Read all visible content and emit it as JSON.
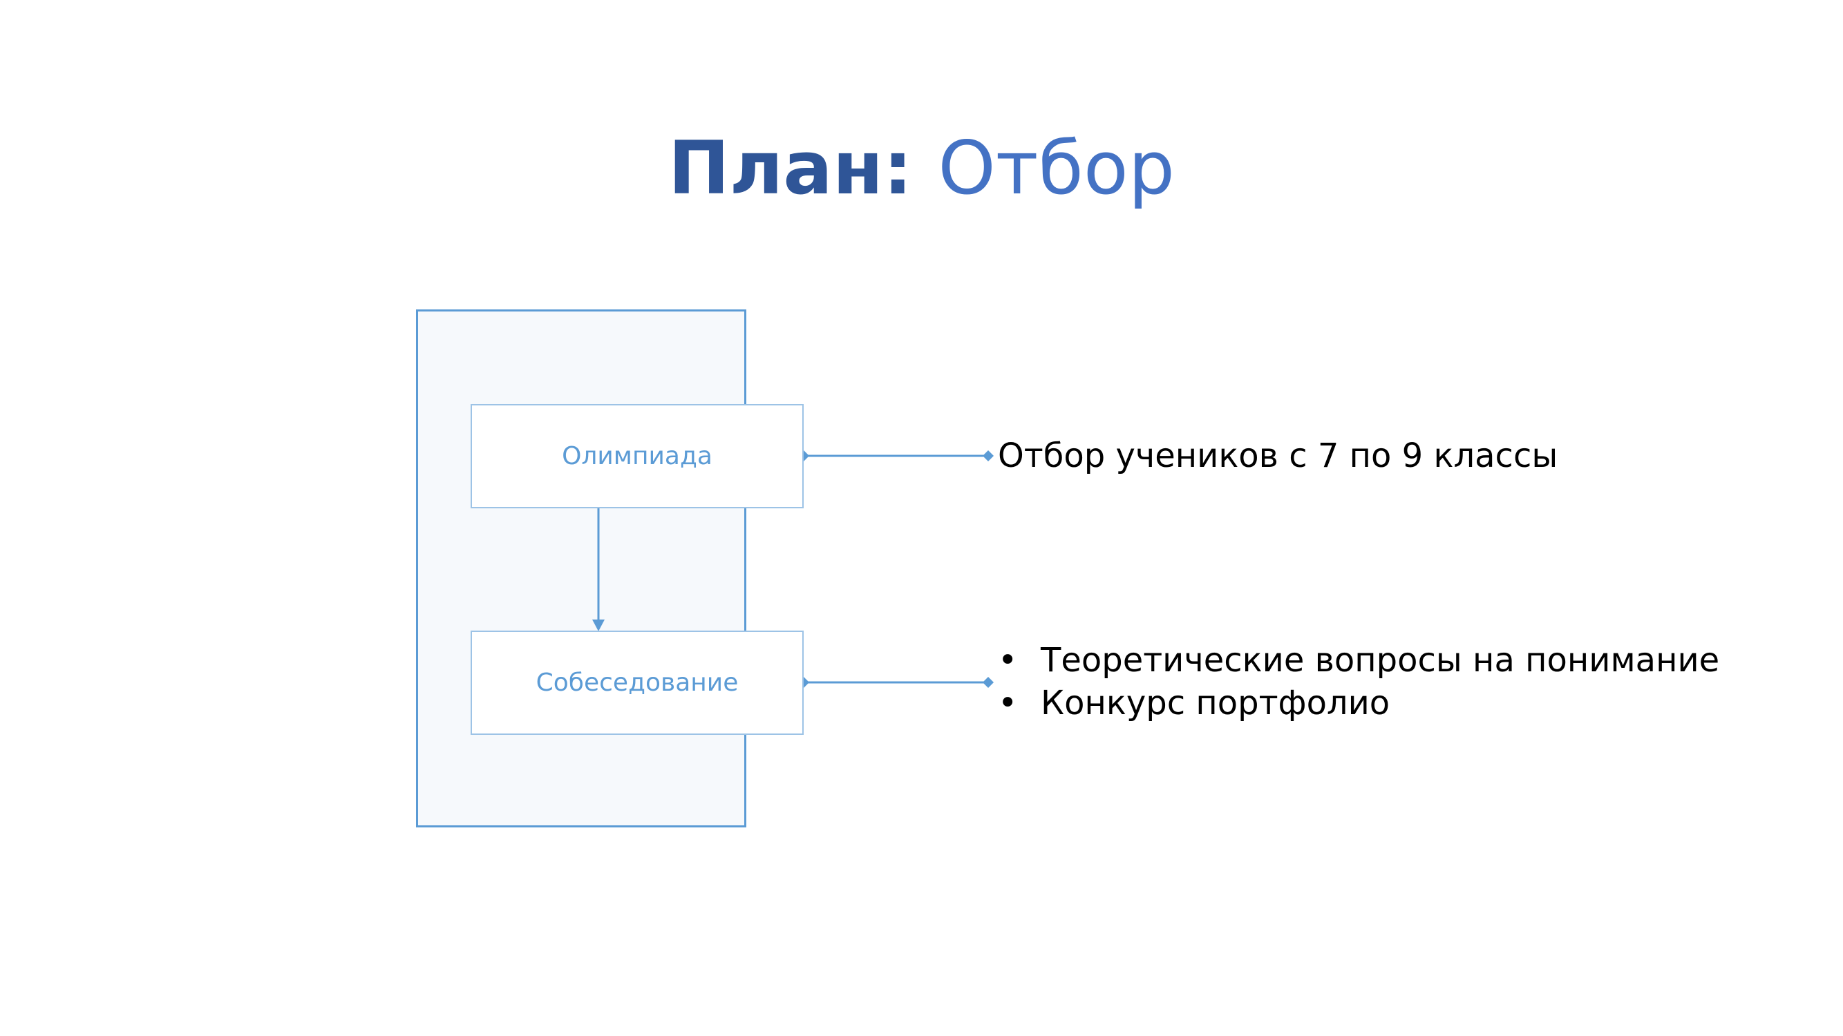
{
  "title": {
    "bold": "План:",
    "light": "Отбор"
  },
  "steps": [
    {
      "label": "Олимпиада"
    },
    {
      "label": "Собеседование"
    }
  ],
  "notes": {
    "olympiad": "Отбор учеников с 7 по 9 классы",
    "interview": [
      "Теоретические вопросы на понимание",
      "Конкурс портфолио"
    ],
    "bullet": "•"
  },
  "colors": {
    "title_bold": "#2f5597",
    "title_light": "#4472c4",
    "accent": "#5b9bd5",
    "box_border": "#9dc3e6",
    "frame_fill": "#f6f9fc"
  }
}
